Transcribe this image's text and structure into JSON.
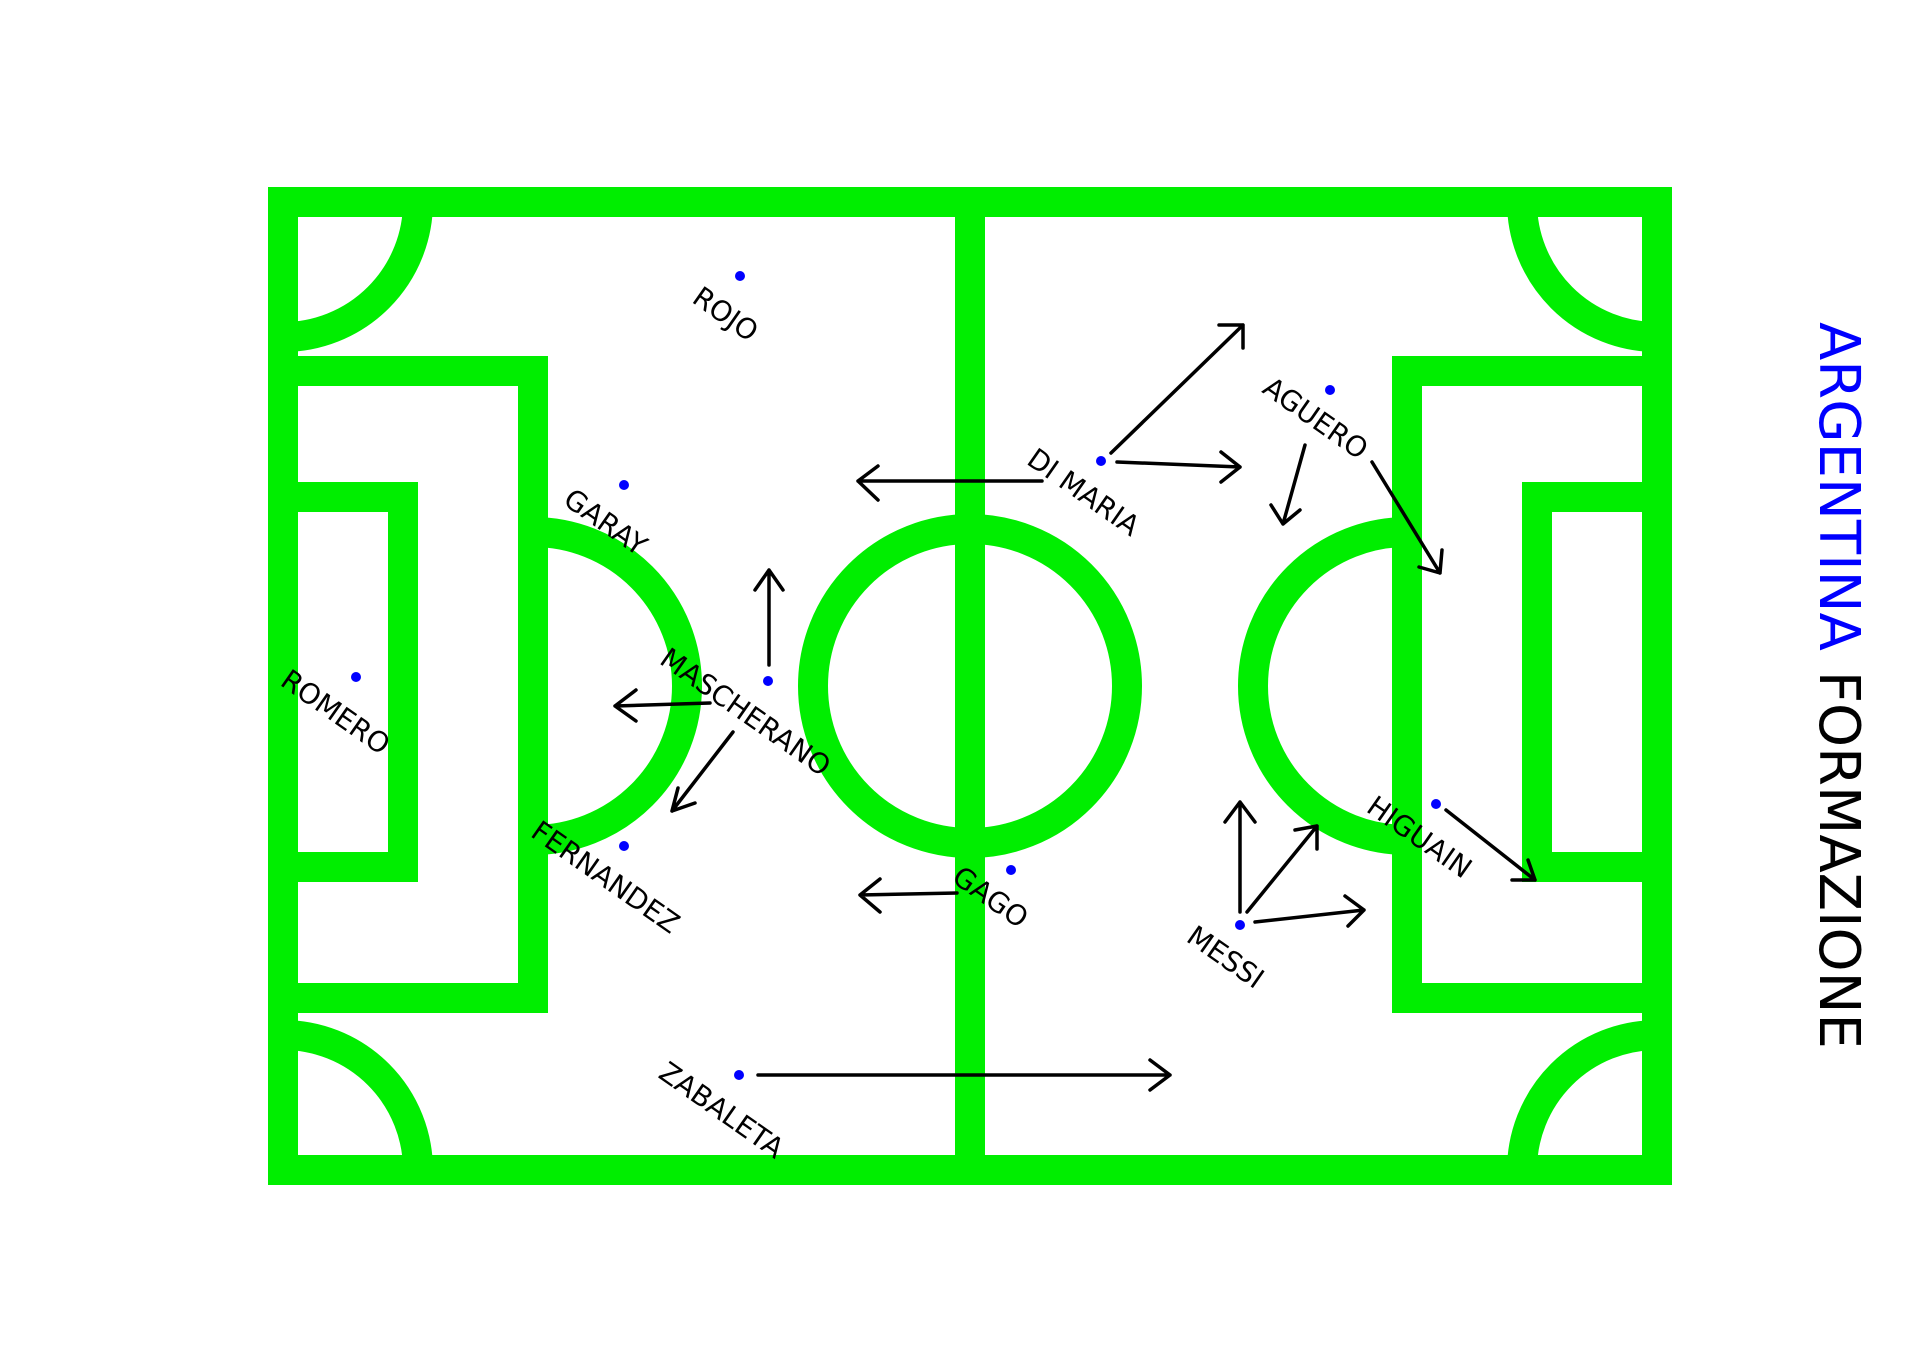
{
  "title": {
    "team": "ARGENTINA",
    "word": "FORMAZIONE",
    "team_color": "#0000ff",
    "word_color": "#000000"
  },
  "pitch_color": "#00ee00",
  "players": [
    {
      "id": "romero",
      "name": "ROMERO"
    },
    {
      "id": "garay",
      "name": "GARAY"
    },
    {
      "id": "rojo",
      "name": "ROJO"
    },
    {
      "id": "mascherano",
      "name": "MASCHERANO"
    },
    {
      "id": "fernandez",
      "name": "FERNANDEZ"
    },
    {
      "id": "zabaleta",
      "name": "ZABALETA"
    },
    {
      "id": "gago",
      "name": "GAGO"
    },
    {
      "id": "di-maria",
      "name": "DI MARIA"
    },
    {
      "id": "aguero",
      "name": "AGUERO"
    },
    {
      "id": "messi",
      "name": "MESSI"
    },
    {
      "id": "higuain",
      "name": "HIGUAIN"
    }
  ]
}
